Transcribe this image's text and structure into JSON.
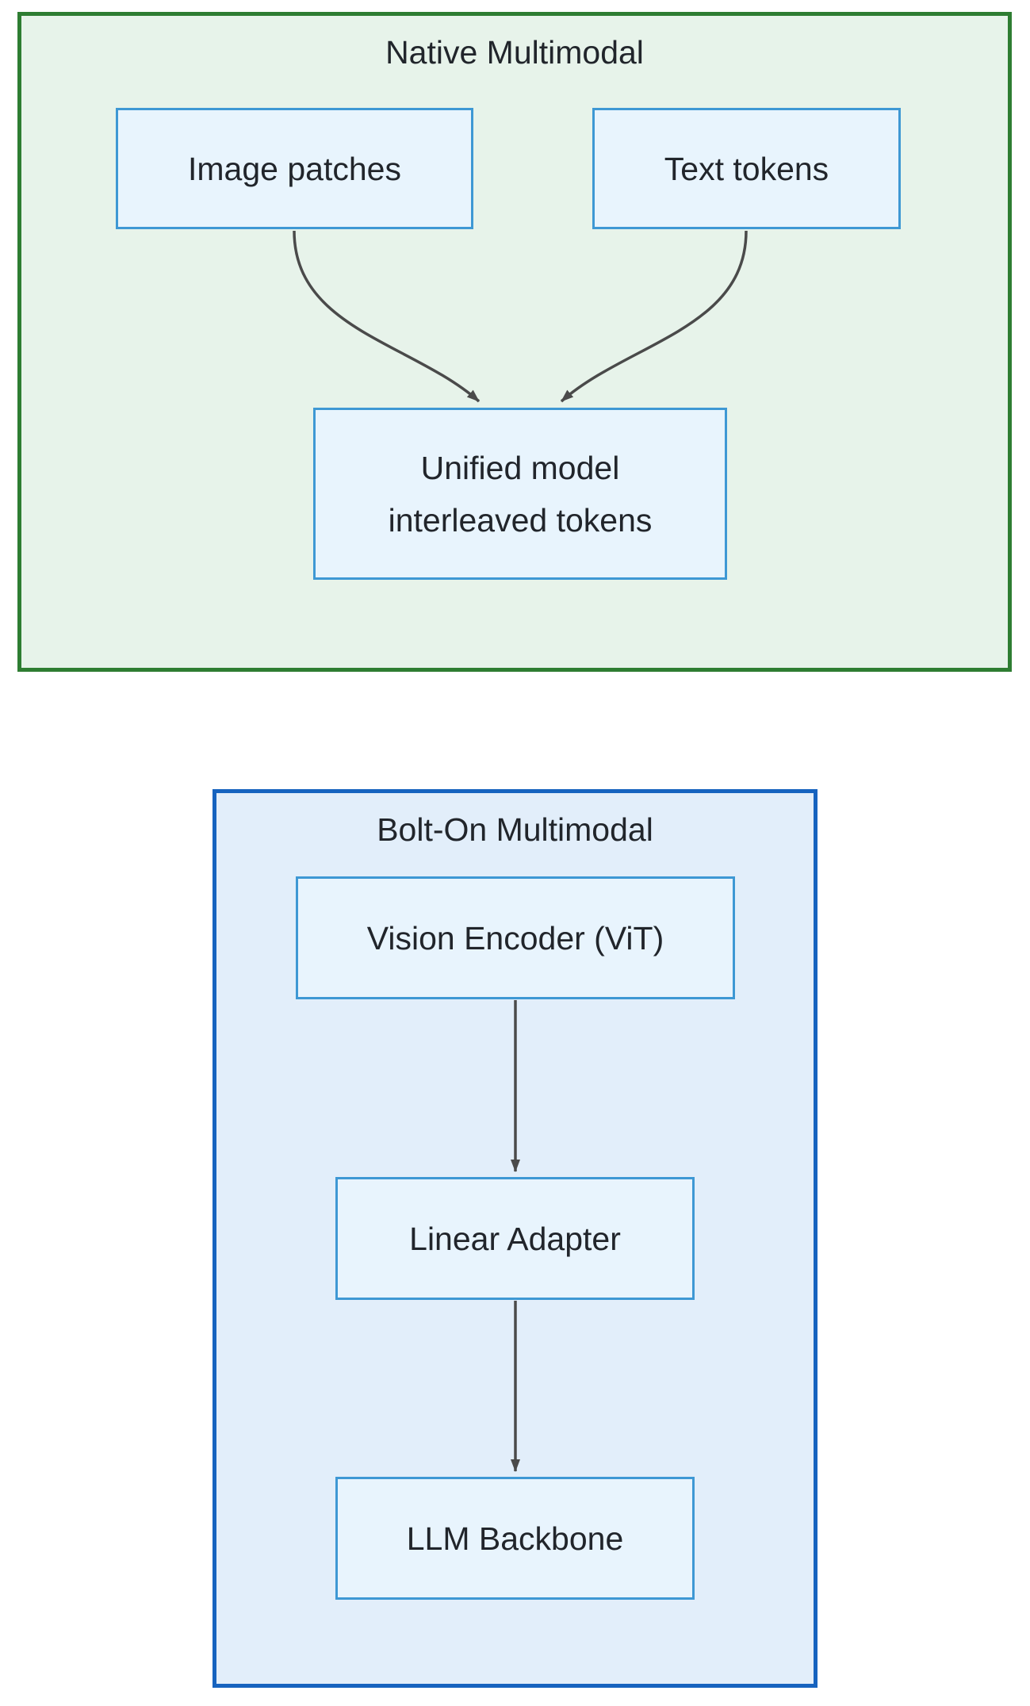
{
  "diagram": {
    "groups": {
      "native": {
        "title": "Native Multimodal",
        "nodes": {
          "image_patches": "Image patches",
          "text_tokens": "Text tokens",
          "unified_lines": [
            "Unified model",
            "interleaved tokens"
          ]
        }
      },
      "bolt_on": {
        "title": "Bolt-On Multimodal",
        "nodes": {
          "vision_encoder": "Vision Encoder (ViT)",
          "linear_adapter": "Linear Adapter",
          "llm_backbone": "LLM Backbone"
        }
      }
    },
    "edges": [
      {
        "from": "Image patches",
        "to": "Unified model interleaved tokens"
      },
      {
        "from": "Text tokens",
        "to": "Unified model interleaved tokens"
      },
      {
        "from": "Vision Encoder (ViT)",
        "to": "Linear Adapter"
      },
      {
        "from": "Linear Adapter",
        "to": "LLM Backbone"
      }
    ],
    "colors": {
      "native_group_border": "#2e7d32",
      "native_group_fill": "#e7f3ea",
      "bolt_on_group_border": "#1663bf",
      "bolt_on_group_fill": "#e2eefa",
      "node_border": "#3e98d4",
      "node_fill": "#e8f4fd",
      "edge_stroke": "#4a4a4a",
      "text": "#21252b"
    }
  }
}
